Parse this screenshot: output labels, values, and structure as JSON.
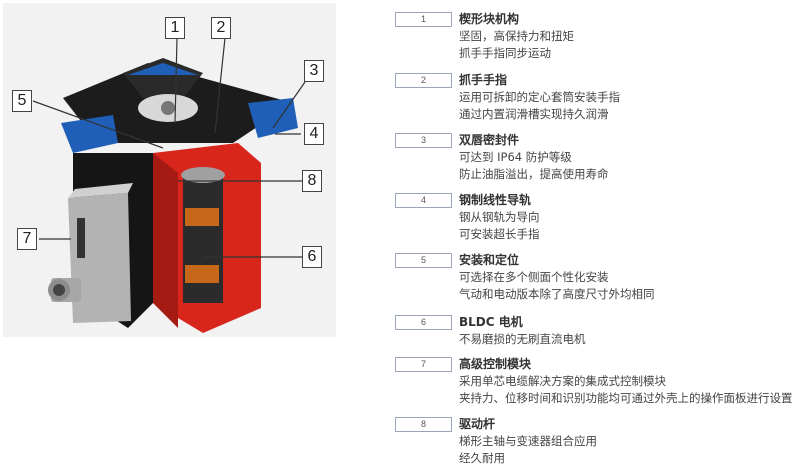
{
  "callouts": [
    "1",
    "2",
    "3",
    "4",
    "5",
    "6",
    "7",
    "8"
  ],
  "specs": [
    {
      "num": "1",
      "title": "楔形块机构",
      "lines": [
        "坚固，高保持力和扭矩",
        "抓手手指同步运动"
      ]
    },
    {
      "num": "2",
      "title": "抓手手指",
      "lines": [
        "运用可拆卸的定心套筒安装手指",
        "通过内置润滑槽实现持久润滑"
      ]
    },
    {
      "num": "3",
      "title": "双唇密封件",
      "lines": [
        "可达到 IP64 防护等级",
        "防止油脂溢出，提高使用寿命"
      ]
    },
    {
      "num": "4",
      "title": "钢制线性导轨",
      "lines": [
        "钢从钢轨为导向",
        "可安装超长手指"
      ]
    },
    {
      "num": "5",
      "title": "安装和定位",
      "lines": [
        "可选择在多个侧面个性化安装",
        "气动和电动版本除了高度尺寸外均相同"
      ]
    },
    {
      "num": "6",
      "title": "BLDC 电机",
      "lines": [
        "不易磨损的无刷直流电机"
      ]
    },
    {
      "num": "7",
      "title": "高级控制模块",
      "lines": [
        "采用单芯电缆解决方案的集成式控制模块",
        "夹持力、位移时间和识别功能均可通过外壳上的操作面板进行设置"
      ]
    },
    {
      "num": "8",
      "title": "驱动杆",
      "lines": [
        "梯形主轴与变速器组合应用",
        "经久耐用"
      ]
    }
  ]
}
